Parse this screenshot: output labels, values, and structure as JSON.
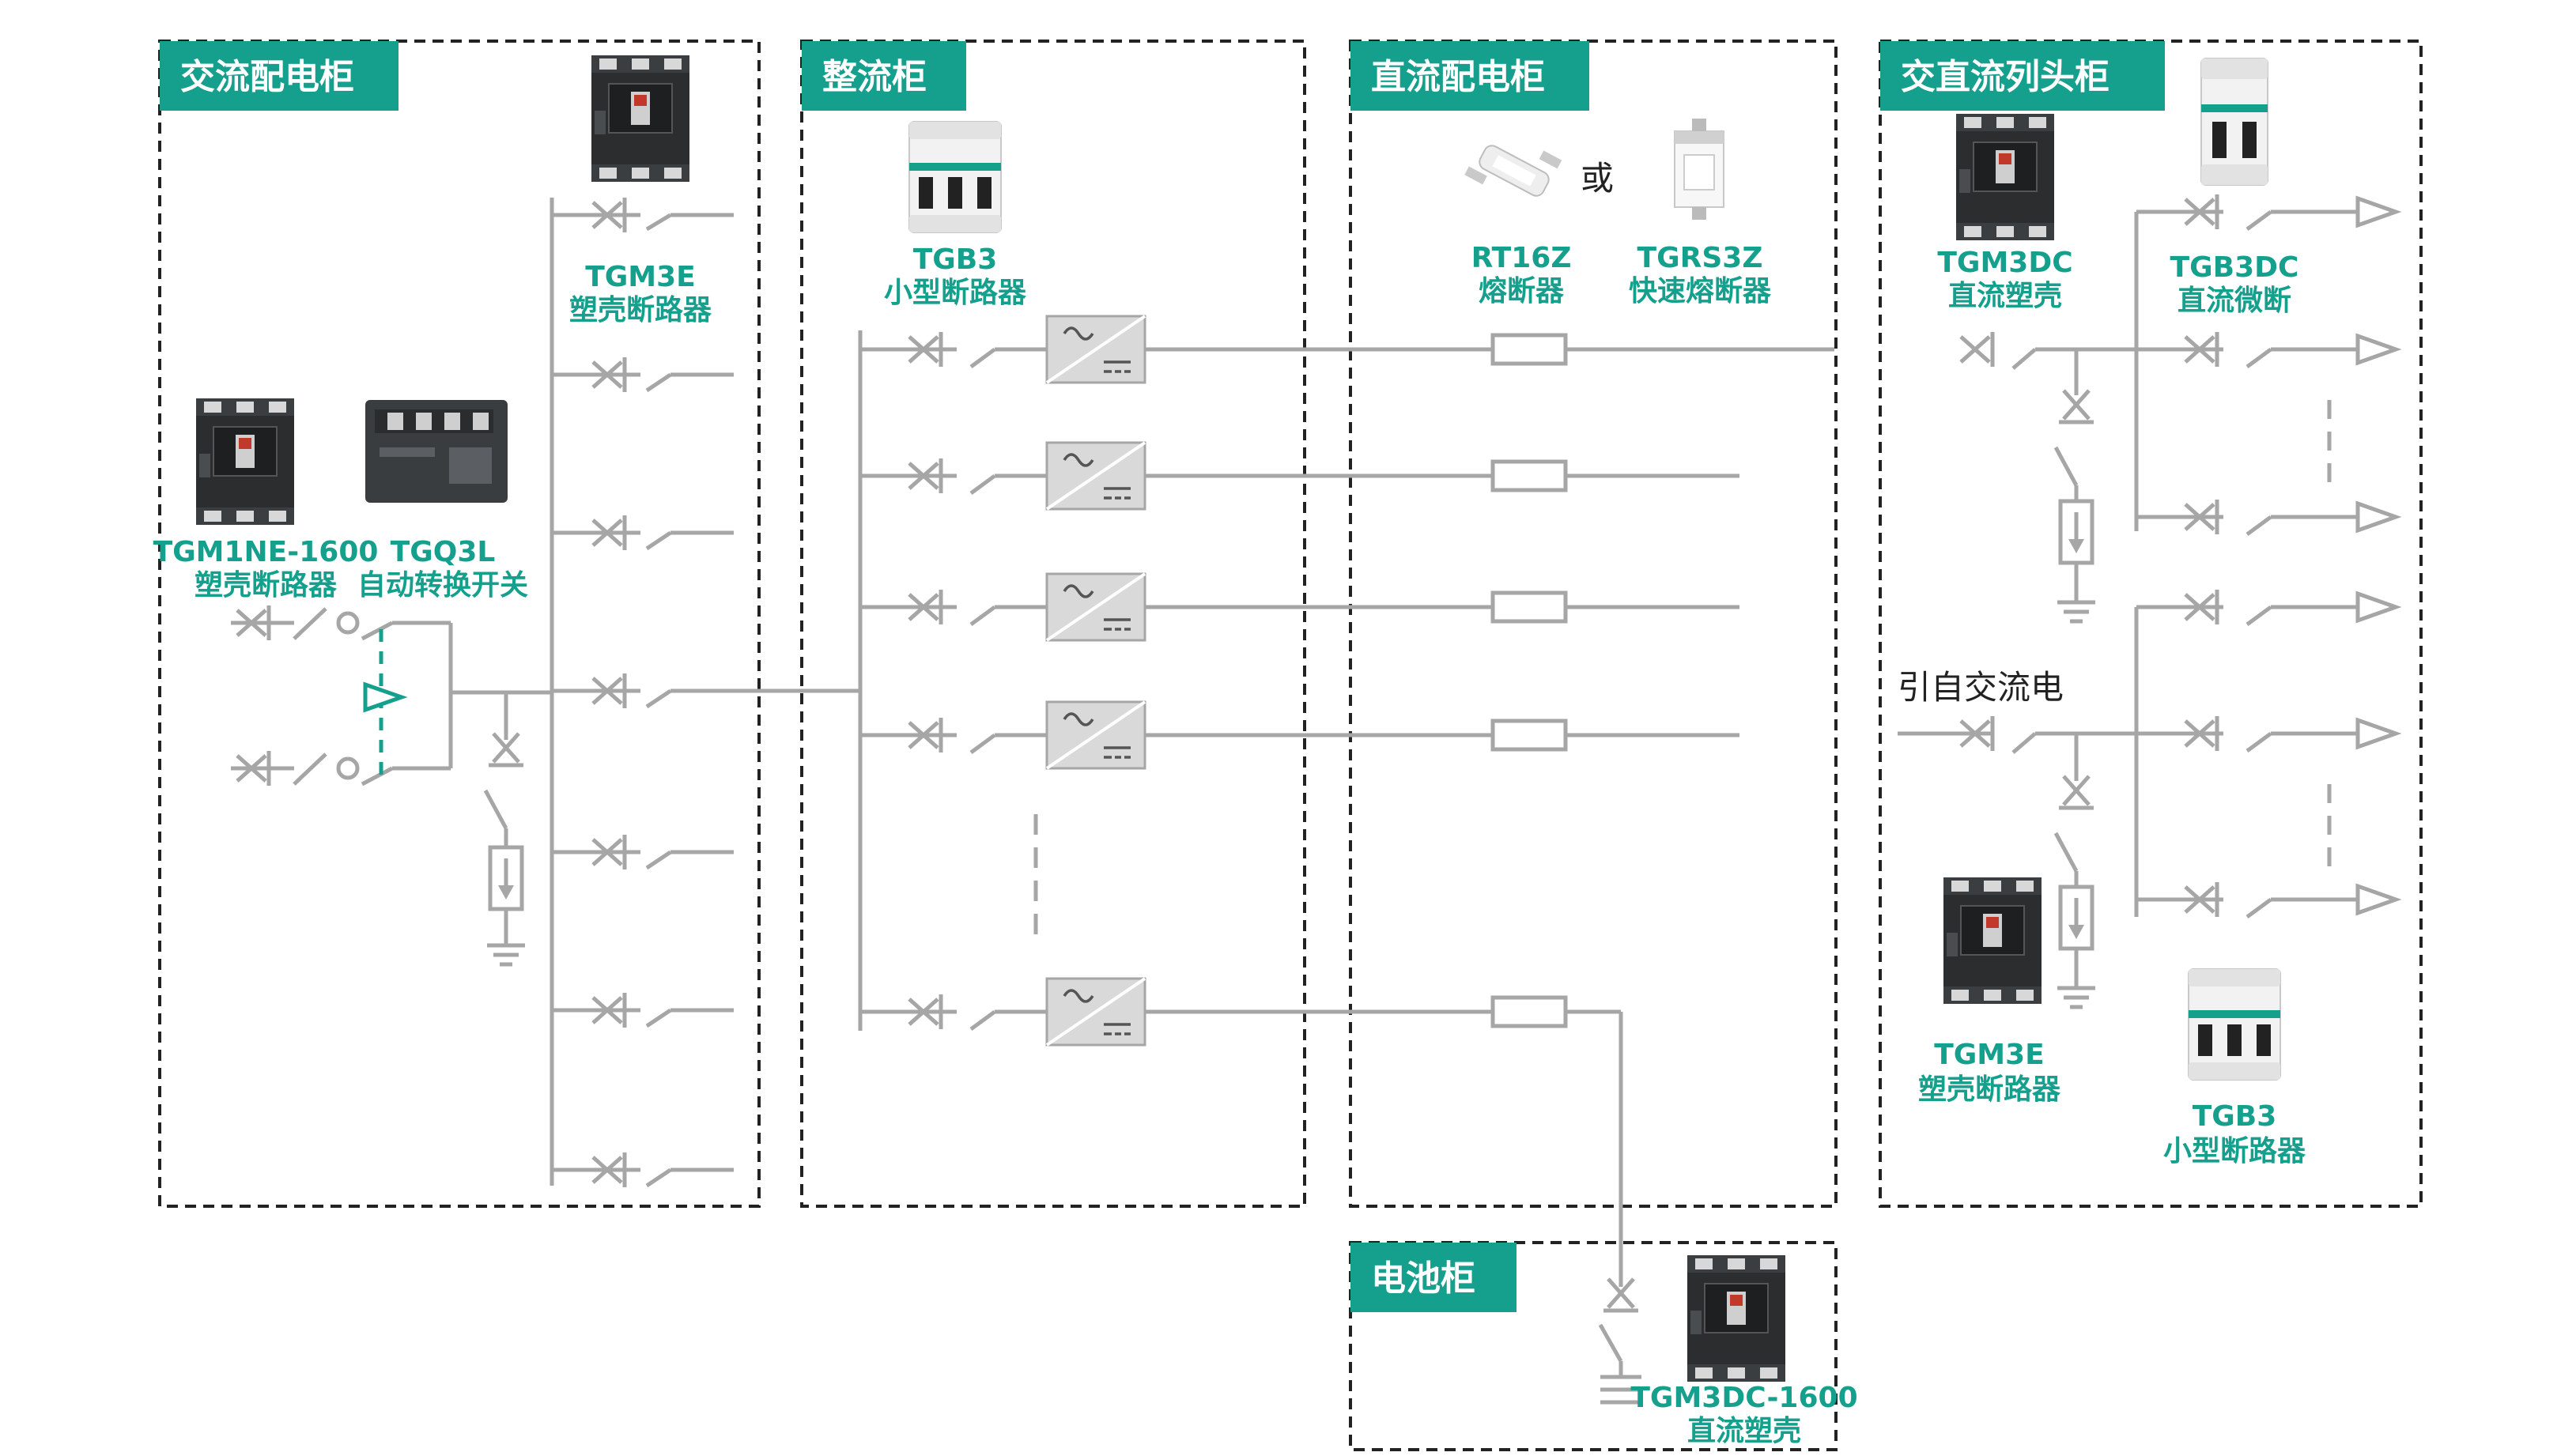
{
  "colors": {
    "accent": "#14a08c",
    "wire": "#a6a6a6",
    "box_border": "#222222",
    "converter_fill": "#d9d9d9"
  },
  "sections": {
    "ac": "交流配电柜",
    "rectifier": "整流柜",
    "dc": "直流配电柜",
    "acdc_head": "交直流列头柜",
    "battery": "电池柜"
  },
  "products": {
    "tgm1ne": {
      "model": "TGM1NE-1600",
      "desc": "塑壳断路器"
    },
    "tgq3l": {
      "model": "TGQ3L",
      "desc": "自动转换开关"
    },
    "tgm3e_ac": {
      "model": "TGM3E",
      "desc": "塑壳断路器"
    },
    "tgb3_rect": {
      "model": "TGB3",
      "desc": "小型断路器"
    },
    "rt16z": {
      "model": "RT16Z",
      "desc": "熔断器"
    },
    "tgrs3z": {
      "model": "TGRS3Z",
      "desc": "快速熔断器"
    },
    "tgm3dc": {
      "model": "TGM3DC",
      "desc": "直流塑壳"
    },
    "tgb3dc": {
      "model": "TGB3DC",
      "desc": "直流微断"
    },
    "tgm3e_head": {
      "model": "TGM3E",
      "desc": "塑壳断路器"
    },
    "tgb3_head": {
      "model": "TGB3",
      "desc": "小型断路器"
    },
    "tgm3dc1600": {
      "model": "TGM3DC-1600",
      "desc": "直流塑壳"
    }
  },
  "labels": {
    "or": "或",
    "ac_source": "引自交流电"
  }
}
